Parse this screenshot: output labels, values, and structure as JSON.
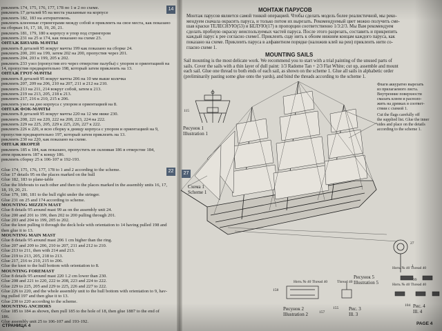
{
  "left_column": {
    "badge_top": "14",
    "badge_mid": "22",
    "lines": [
      "риклеить 174, 175, 176, 177, 178 по 1 и 2 по схеме.",
      "риклеить 17 деталей 95 на места указанные на корпусе",
      "риклеить 182, 183 на ахтерштевень.",
      "риклеить клеенные стрингерами между собой и приклеить на свое места, как показано",
      "на сборках 16, 17, 18, 19, 20, 21.",
      "риклеить 181, 179, 180 к корпусу в упор под стрингером",
      "риклеить 231 на 25 и 174, как показано на схеме 23.",
      "ОНТАЖ БИЗАНЬ МАЧТЫ",
      "риклеить 8 деталей 95 вокруг мачты 199 как показано на сборке 24.",
      "риклеить 200, 201 на 199, затем 202 на 200, пропустив через 201.",
      "риклеить 204, 203 к 199, 205 к 202.",
      "риклеить 233 узел (пропустив его через отверстие палубы) с упором и ориентацией на",
      "14, пропустив предварительно 198, который затем приклеить на 13.",
      "ОНТАЖ ГРОТ-МАЧТЫ",
      "риклеить 8 деталей 95 вокруг мачты 206 на 10 мм выше колечка",
      "риклеить 207, 209 на 206, 210 на 207, 211 и 212 на 210.",
      "риклеить 213 на 211, 214 вокруг собой, затем к 213.",
      "риклеить 219 на 213, 205, 218 к 213.",
      "риклеить 217, 216 к 210, 215 к 206.",
      "риклеить узел на дно корпуса с упором и ориентацией на 8.",
      "ОНТАЖ ФОК-МАЧТЫ",
      "риклеить 8 деталей 95 вокруг мачты 220 на 12 мм ниже 230.",
      "риклеить 208, 221 на 220, 222 на 208, 223, 224 на 222.",
      "риклеить 229 на 225, 205, 229 к 225, 226, 227 к 222.",
      "риклеить 226 к 220, и всю сборку к днищу корпуса с упором и ориентацией на 9,",
      "пропустив предварительно 197, который затем приклеить на 13.",
      "риклеить 230 на 220, как показано на схеме.",
      "ОНТАЖ ЯКОРЕЙ",
      "риклеить 185 к 184, как показано, пропустить не склеивая 186 в отверстие 184,",
      "атем приклеить 187 к концу 186.",
      "риклеить сборку 25 к 106-107 и 192-193.",
      "",
      "Glue 174, 175, 176, 177, 178 to 1 and 2 according to the scheme.",
      "Glue 17 details 95 on the places marked on the hull",
      "Glue 182, 183 to plane-table",
      "Glue the lifebouts to each other and then to the places marked in the assembly units 16, 17,",
      "18, 19, 20, 21.",
      "Glue 179, 180, 181 to the hull right under the stringer.",
      "Glue 231 on 25 and 174 according to scheme.",
      "MOUNTING MIZZEN MAST",
      "Glue 8 details 95 around mast 99 as on the assembly unit 24.",
      "Glue 200 and 201 to 199, then 202 to 200 pulling through 201.",
      "Glue 203 and 204 to 199, 205 to 202.",
      "Glue the knot pulling it through the deck hole with orientation to 14 having pulled 198 and",
      "then glue it to 13.",
      "MOUNTING MAIN MAST",
      "Glue 8 details 95 around mast 206 1 cm higher than the ring.",
      "Glue 207 and 209 to 206, 210 to 207, 211 and 212 to 210.",
      "Glue 213 to 211, then with 214 and 213.",
      "Glue 219 to 213, 205, 218 to 213.",
      "Glue 217, 216 to 210, 215 to 206.",
      "Glue the knot to the hull bottom with orientation to 8.",
      "MOUNTING FOREMAST",
      "Glue 8 details 95 around mast 220 1.2 cm lower than 230.",
      "Glue 208 and 221 to 220, 222 to 208, 223 and 224 to 222.",
      "Glue 229 to 225, 205 and 229 to 225, 226 and 227 to 222.",
      "Glue 226 to 220, and the whole assembly unit to the hull bottom with orientation to 9, hav-",
      "ing pulled 197 and then glue it to 13.",
      "Glue 230 to 220 according to the scheme.",
      "MOUNTING ANCHORS",
      "Glue 185 to 184 as shown, then pull 185 to the hole of 18, then glue 1887 to the end of",
      "186.",
      "Glue assembly unit 25 to 106-107 and 193-192."
    ],
    "footer": "СТРАНИЦА 4"
  },
  "right_column": {
    "heading_ru": "МОНТАЖ ПАРУСОВ",
    "para_ru": [
      "Монтаж парусов является самой тонкой операцией. Чтобы сделать модель более реалистичной, мы реко-",
      "мендуем сначала окрасить паруса, и только потом их вырезать. Рекомендуемый цвет можно получить сме-",
      "шав краски ТЕЛЕСНУЮ(53) и БЕЛУЮ(17) в пропорции соответственно 1/3:2/3. Мы Вам рекомендуем",
      "сделать пробную окраску неиспользуемых частей паруса. После этого разрезать, составить и прикрепить",
      "каждый парус к рее согласно схеме1. Приклеить сцау нить к обоим нижним концам каждого паруса, как",
      "показано на схеме. Приклеить паруса в алфавитном порядке (наложив клей на реи) приклеить нити со-",
      "гласно схеме 1."
    ],
    "heading_en": "MOUNTING SAILS",
    "para_en": [
      "Sail mounting is the most delicate work. We recommend you to start with a trial painting of the unused parts of",
      "sails. Cover the sails with a thin layer of dull paint: 1/3 Radome Tan + 2/3 Flat White; cut up, assemble and mount",
      "each sail. Glue one thread to both ends of each sail, as shown on the scheme 1. Glue all sails in alphabetic order",
      "(preliminarily pasting some glue onto the yards), and bind the threads according to the scheme 1."
    ],
    "note_ru": [
      "Флаги аккуратно вырезать",
      "из прилагаемого листа.",
      "Внутренние поверхности",
      "смазать клеем и располо-",
      "жить на древках в соответ-",
      "ствии с схемой 1."
    ],
    "note_en": [
      "Cut the flags carefully off",
      "the supplied list. Glue the inner",
      "sides and place on the details",
      "according to the scheme 1."
    ],
    "figure1": [
      "Рисунок 1",
      "Illustration 1"
    ],
    "scheme1": [
      "Схема 1",
      "Scheme 1"
    ],
    "figure2": [
      "Рисунок 2",
      "Illustration 2"
    ],
    "figure3": [
      "Рис. 3",
      "Ill. 3"
    ],
    "figure4": [
      "Рис. 4",
      "Ill. 4"
    ],
    "figure5": [
      "Рисунок 5",
      "Illustration 5"
    ],
    "parts": {
      "p115": "115",
      "p158": "158",
      "p157": "157",
      "p155": "155",
      "p104": "104",
      "p27": "27",
      "p99": "99",
      "p1": "1"
    },
    "threads": {
      "t1": "Нить № 40  Thread 40",
      "t2": "Нить № 40  Thread 40",
      "t3": "Нить № 40  Thread 40",
      "t4": "Thread 40"
    },
    "badge_scheme": "27",
    "page": "PAGE 4"
  }
}
